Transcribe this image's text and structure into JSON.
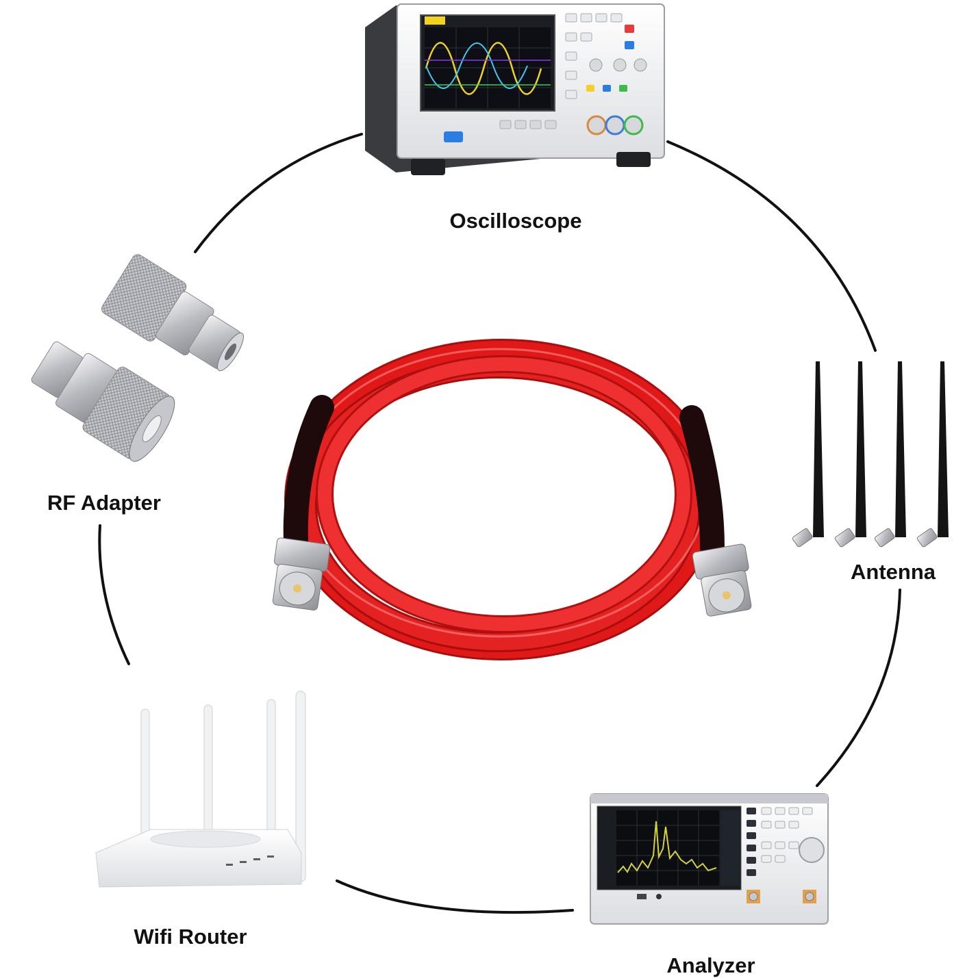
{
  "labels": {
    "oscilloscope": "Oscilloscope",
    "rf_adapter": "RF Adapter",
    "antenna": "Antenna",
    "wifi_router": "Wifi Router",
    "analyzer": "Analyzer"
  },
  "colors": {
    "cable": "#e01818",
    "cable_sleeve": "#1e0a0a",
    "connector": "#c8c8cc",
    "ring": "#111111",
    "background": "#ffffff"
  }
}
